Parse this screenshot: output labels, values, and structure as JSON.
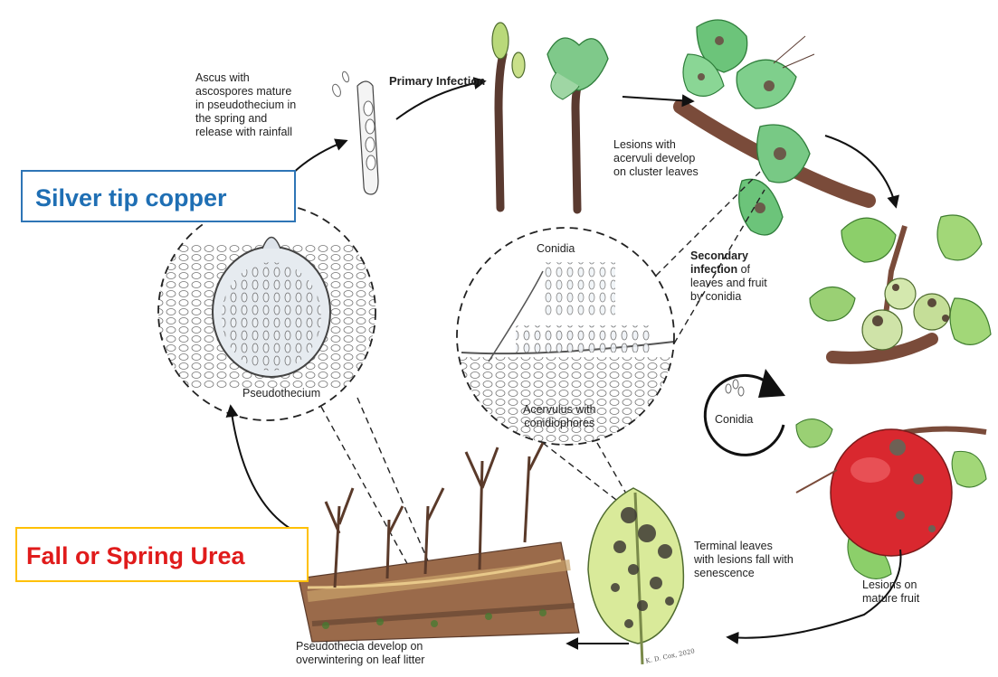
{
  "diagram": {
    "labels": {
      "ascus": "Ascus with\nascospores mature\nin pseudothecium in\nthe spring and\nrelease with rainfall",
      "primary_infection": "Primary Infection",
      "lesions_cluster": "Lesions with\nacervuli develop\non cluster leaves",
      "conidia_top": "Conidia",
      "secondary_bold": "Secondary\ninfection",
      "secondary_rest": " of\nleaves and fruit\nby conidia",
      "pseudothecium": "Pseudothecium",
      "acervulus": "Acervulus with\nconidiophores",
      "conidia_cycle": "Conidia",
      "terminal_leaves": "Terminal leaves\nwith lesions fall with\nsenescence",
      "lesions_fruit": "Lesions on\nmature fruit",
      "pseudothecia_develop": "Pseudothecia develop on\noverwintering on leaf litter",
      "signature": "K. D. Cox, 2020"
    },
    "callouts": {
      "silver_tip": {
        "text": "Silver tip copper",
        "color": "#1f6fb4"
      },
      "fall_spring": {
        "text": "Fall or Spring Urea",
        "color": "#e01b1b"
      }
    },
    "colors": {
      "leaf": "#5fb86a",
      "leaf_dark": "#2f7d3b",
      "lesion": "#6b5a4a",
      "apple": "#d9282f",
      "branch": "#7a4b3a",
      "ink": "#111111"
    }
  }
}
